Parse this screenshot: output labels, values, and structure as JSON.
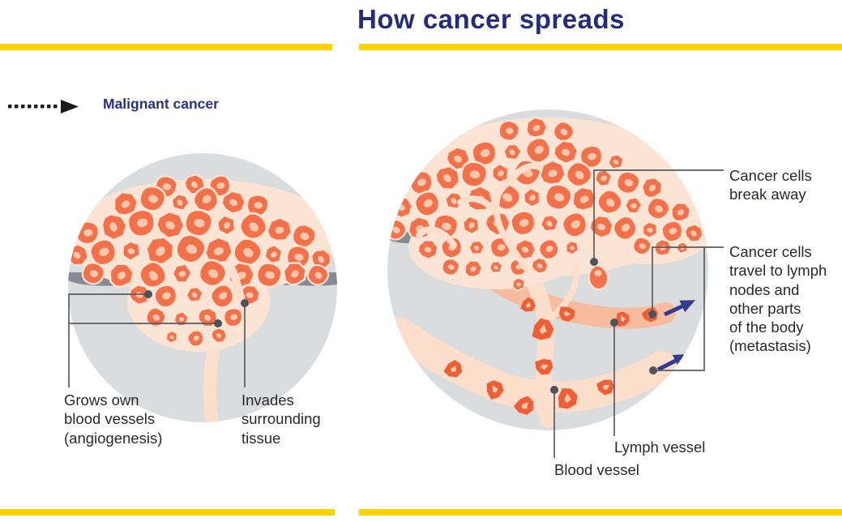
{
  "header": {
    "title": "How cancer spreads"
  },
  "legend": {
    "label": "Malignant cancer"
  },
  "figures": {
    "left": {
      "labels": {
        "grows_own": "Grows own\nblood vessels\n(angiogenesis)",
        "invades": "Invades\nsurrounding\ntissue"
      }
    },
    "right": {
      "labels": {
        "break_away": "Cancer cells\nbreak away",
        "metastasis": "Cancer cells\ntravel to lymph\nnodes and\nother parts\nof the body\n(metastasis)",
        "lymph_vessel": "Lymph vessel",
        "blood_vessel": "Blood vessel"
      }
    }
  },
  "colors": {
    "accent_yellow": "#fcd205",
    "title_navy": "#232d7b",
    "cell_orange": "#f2714a",
    "cell_nucleus": "#f9c7ab",
    "cell_outline_cream": "#fbe4d4",
    "vessel_peach": "#fcdecd",
    "lymph_peach": "#f7bb9e",
    "membrane_gray": "#868a93",
    "tissue_gray": "#dbdcde",
    "arrow_navy": "#333b8c",
    "callout_gray": "#55575c"
  }
}
